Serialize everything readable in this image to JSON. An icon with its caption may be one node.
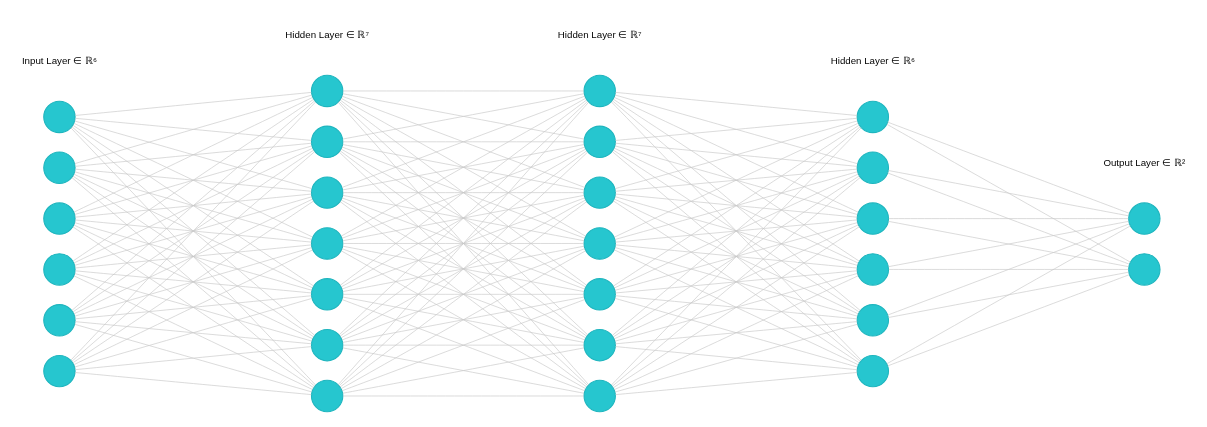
{
  "diagram": {
    "nodes": [
      {
        "text": [],
        "shape": "circle"
      },
      {
        "text": [],
        "shape": "circle"
      },
      {
        "text": [],
        "shape": "circle"
      },
      {
        "text": [],
        "shape": "circle"
      },
      {
        "text": [],
        "shape": "circle"
      },
      {
        "text": [],
        "shape": "circle"
      },
      {
        "text": [],
        "shape": "circle"
      },
      {
        "text": [],
        "shape": "circle"
      },
      {
        "text": [],
        "shape": "circle"
      },
      {
        "text": [],
        "shape": "circle"
      },
      {
        "text": [],
        "shape": "circle"
      },
      {
        "text": [],
        "shape": "circle"
      },
      {
        "text": [],
        "shape": "circle"
      },
      {
        "text": [],
        "shape": "circle"
      },
      {
        "text": [],
        "shape": "circle"
      },
      {
        "text": [],
        "shape": "circle"
      },
      {
        "text": [],
        "shape": "circle"
      },
      {
        "text": [],
        "shape": "circle"
      },
      {
        "text": [],
        "shape": "circle"
      },
      {
        "text": [],
        "shape": "circle"
      },
      {
        "text": [],
        "shape": "circle"
      },
      {
        "text": [],
        "shape": "circle"
      },
      {
        "text": [],
        "shape": "circle"
      },
      {
        "text": [],
        "shape": "circle"
      },
      {
        "text": [],
        "shape": "circle"
      },
      {
        "text": [],
        "shape": "circle"
      },
      {
        "text": [],
        "shape": "circle"
      },
      {
        "text": [],
        "shape": "circle"
      }
    ],
    "edges": [
      {
        "from": 0,
        "to": 6,
        "arrow": "none"
      },
      {
        "from": 0,
        "to": 7,
        "arrow": "none"
      },
      {
        "from": 0,
        "to": 8,
        "arrow": "none"
      },
      {
        "from": 0,
        "to": 9,
        "arrow": "none"
      },
      {
        "from": 0,
        "to": 10,
        "arrow": "none"
      },
      {
        "from": 0,
        "to": 11,
        "arrow": "none"
      },
      {
        "from": 0,
        "to": 12,
        "arrow": "none"
      },
      {
        "from": 1,
        "to": 6,
        "arrow": "none"
      },
      {
        "from": 1,
        "to": 7,
        "arrow": "none"
      },
      {
        "from": 1,
        "to": 8,
        "arrow": "none"
      },
      {
        "from": 1,
        "to": 9,
        "arrow": "none"
      },
      {
        "from": 1,
        "to": 10,
        "arrow": "none"
      },
      {
        "from": 1,
        "to": 11,
        "arrow": "none"
      },
      {
        "from": 1,
        "to": 12,
        "arrow": "none"
      },
      {
        "from": 2,
        "to": 6,
        "arrow": "none"
      },
      {
        "from": 2,
        "to": 7,
        "arrow": "none"
      },
      {
        "from": 2,
        "to": 8,
        "arrow": "none"
      },
      {
        "from": 2,
        "to": 9,
        "arrow": "none"
      },
      {
        "from": 2,
        "to": 10,
        "arrow": "none"
      },
      {
        "from": 2,
        "to": 11,
        "arrow": "none"
      },
      {
        "from": 2,
        "to": 12,
        "arrow": "none"
      },
      {
        "from": 3,
        "to": 6,
        "arrow": "none"
      },
      {
        "from": 3,
        "to": 7,
        "arrow": "none"
      },
      {
        "from": 3,
        "to": 8,
        "arrow": "none"
      },
      {
        "from": 3,
        "to": 9,
        "arrow": "none"
      },
      {
        "from": 3,
        "to": 10,
        "arrow": "none"
      },
      {
        "from": 3,
        "to": 11,
        "arrow": "none"
      },
      {
        "from": 3,
        "to": 12,
        "arrow": "none"
      },
      {
        "from": 4,
        "to": 6,
        "arrow": "none"
      },
      {
        "from": 4,
        "to": 7,
        "arrow": "none"
      },
      {
        "from": 4,
        "to": 8,
        "arrow": "none"
      },
      {
        "from": 4,
        "to": 9,
        "arrow": "none"
      },
      {
        "from": 4,
        "to": 10,
        "arrow": "none"
      },
      {
        "from": 4,
        "to": 11,
        "arrow": "none"
      },
      {
        "from": 4,
        "to": 12,
        "arrow": "none"
      },
      {
        "from": 5,
        "to": 6,
        "arrow": "none"
      },
      {
        "from": 5,
        "to": 7,
        "arrow": "none"
      },
      {
        "from": 5,
        "to": 8,
        "arrow": "none"
      },
      {
        "from": 5,
        "to": 9,
        "arrow": "none"
      },
      {
        "from": 5,
        "to": 10,
        "arrow": "none"
      },
      {
        "from": 5,
        "to": 11,
        "arrow": "none"
      },
      {
        "from": 5,
        "to": 12,
        "arrow": "none"
      },
      {
        "from": 6,
        "to": 13,
        "arrow": "none"
      },
      {
        "from": 6,
        "to": 14,
        "arrow": "none"
      },
      {
        "from": 6,
        "to": 15,
        "arrow": "none"
      },
      {
        "from": 6,
        "to": 16,
        "arrow": "none"
      },
      {
        "from": 6,
        "to": 17,
        "arrow": "none"
      },
      {
        "from": 6,
        "to": 18,
        "arrow": "none"
      },
      {
        "from": 6,
        "to": 19,
        "arrow": "none"
      },
      {
        "from": 7,
        "to": 13,
        "arrow": "none"
      },
      {
        "from": 7,
        "to": 14,
        "arrow": "none"
      },
      {
        "from": 7,
        "to": 15,
        "arrow": "none"
      },
      {
        "from": 7,
        "to": 16,
        "arrow": "none"
      },
      {
        "from": 7,
        "to": 17,
        "arrow": "none"
      },
      {
        "from": 7,
        "to": 18,
        "arrow": "none"
      },
      {
        "from": 7,
        "to": 19,
        "arrow": "none"
      },
      {
        "from": 8,
        "to": 13,
        "arrow": "none"
      },
      {
        "from": 8,
        "to": 14,
        "arrow": "none"
      },
      {
        "from": 8,
        "to": 15,
        "arrow": "none"
      },
      {
        "from": 8,
        "to": 16,
        "arrow": "none"
      },
      {
        "from": 8,
        "to": 17,
        "arrow": "none"
      },
      {
        "from": 8,
        "to": 18,
        "arrow": "none"
      },
      {
        "from": 8,
        "to": 19,
        "arrow": "none"
      },
      {
        "from": 9,
        "to": 13,
        "arrow": "none"
      },
      {
        "from": 9,
        "to": 14,
        "arrow": "none"
      },
      {
        "from": 9,
        "to": 15,
        "arrow": "none"
      },
      {
        "from": 9,
        "to": 16,
        "arrow": "none"
      },
      {
        "from": 9,
        "to": 17,
        "arrow": "none"
      },
      {
        "from": 9,
        "to": 18,
        "arrow": "none"
      },
      {
        "from": 9,
        "to": 19,
        "arrow": "none"
      },
      {
        "from": 10,
        "to": 13,
        "arrow": "none"
      },
      {
        "from": 10,
        "to": 14,
        "arrow": "none"
      },
      {
        "from": 10,
        "to": 15,
        "arrow": "none"
      },
      {
        "from": 10,
        "to": 16,
        "arrow": "none"
      },
      {
        "from": 10,
        "to": 17,
        "arrow": "none"
      },
      {
        "from": 10,
        "to": 18,
        "arrow": "none"
      },
      {
        "from": 10,
        "to": 19,
        "arrow": "none"
      },
      {
        "from": 11,
        "to": 13,
        "arrow": "none"
      },
      {
        "from": 11,
        "to": 14,
        "arrow": "none"
      },
      {
        "from": 11,
        "to": 15,
        "arrow": "none"
      },
      {
        "from": 11,
        "to": 16,
        "arrow": "none"
      },
      {
        "from": 11,
        "to": 17,
        "arrow": "none"
      },
      {
        "from": 11,
        "to": 18,
        "arrow": "none"
      },
      {
        "from": 11,
        "to": 19,
        "arrow": "none"
      },
      {
        "from": 12,
        "to": 13,
        "arrow": "none"
      },
      {
        "from": 12,
        "to": 14,
        "arrow": "none"
      },
      {
        "from": 12,
        "to": 15,
        "arrow": "none"
      },
      {
        "from": 12,
        "to": 16,
        "arrow": "none"
      },
      {
        "from": 12,
        "to": 17,
        "arrow": "none"
      },
      {
        "from": 12,
        "to": 18,
        "arrow": "none"
      },
      {
        "from": 12,
        "to": 19,
        "arrow": "none"
      },
      {
        "from": 13,
        "to": 20,
        "arrow": "none"
      },
      {
        "from": 13,
        "to": 21,
        "arrow": "none"
      },
      {
        "from": 13,
        "to": 22,
        "arrow": "none"
      },
      {
        "from": 13,
        "to": 23,
        "arrow": "none"
      },
      {
        "from": 13,
        "to": 24,
        "arrow": "none"
      },
      {
        "from": 13,
        "to": 25,
        "arrow": "none"
      },
      {
        "from": 14,
        "to": 20,
        "arrow": "none"
      },
      {
        "from": 14,
        "to": 21,
        "arrow": "none"
      },
      {
        "from": 14,
        "to": 22,
        "arrow": "none"
      },
      {
        "from": 14,
        "to": 23,
        "arrow": "none"
      },
      {
        "from": 14,
        "to": 24,
        "arrow": "none"
      },
      {
        "from": 14,
        "to": 25,
        "arrow": "none"
      },
      {
        "from": 15,
        "to": 20,
        "arrow": "none"
      },
      {
        "from": 15,
        "to": 21,
        "arrow": "none"
      },
      {
        "from": 15,
        "to": 22,
        "arrow": "none"
      },
      {
        "from": 15,
        "to": 23,
        "arrow": "none"
      },
      {
        "from": 15,
        "to": 24,
        "arrow": "none"
      },
      {
        "from": 15,
        "to": 25,
        "arrow": "none"
      },
      {
        "from": 16,
        "to": 20,
        "arrow": "none"
      },
      {
        "from": 16,
        "to": 21,
        "arrow": "none"
      },
      {
        "from": 16,
        "to": 22,
        "arrow": "none"
      },
      {
        "from": 16,
        "to": 23,
        "arrow": "none"
      },
      {
        "from": 16,
        "to": 24,
        "arrow": "none"
      },
      {
        "from": 16,
        "to": 25,
        "arrow": "none"
      },
      {
        "from": 17,
        "to": 20,
        "arrow": "none"
      },
      {
        "from": 17,
        "to": 21,
        "arrow": "none"
      },
      {
        "from": 17,
        "to": 22,
        "arrow": "none"
      },
      {
        "from": 17,
        "to": 23,
        "arrow": "none"
      },
      {
        "from": 17,
        "to": 24,
        "arrow": "none"
      },
      {
        "from": 17,
        "to": 25,
        "arrow": "none"
      },
      {
        "from": 18,
        "to": 20,
        "arrow": "none"
      },
      {
        "from": 18,
        "to": 21,
        "arrow": "none"
      },
      {
        "from": 18,
        "to": 22,
        "arrow": "none"
      },
      {
        "from": 18,
        "to": 23,
        "arrow": "none"
      },
      {
        "from": 18,
        "to": 24,
        "arrow": "none"
      },
      {
        "from": 18,
        "to": 25,
        "arrow": "none"
      },
      {
        "from": 19,
        "to": 20,
        "arrow": "none"
      },
      {
        "from": 19,
        "to": 21,
        "arrow": "none"
      },
      {
        "from": 19,
        "to": 22,
        "arrow": "none"
      },
      {
        "from": 19,
        "to": 23,
        "arrow": "none"
      },
      {
        "from": 19,
        "to": 24,
        "arrow": "none"
      },
      {
        "from": 19,
        "to": 25,
        "arrow": "none"
      },
      {
        "from": 20,
        "to": 26,
        "arrow": "none"
      },
      {
        "from": 20,
        "to": 27,
        "arrow": "none"
      },
      {
        "from": 21,
        "to": 26,
        "arrow": "none"
      },
      {
        "from": 21,
        "to": 27,
        "arrow": "none"
      },
      {
        "from": 22,
        "to": 26,
        "arrow": "none"
      },
      {
        "from": 22,
        "to": 27,
        "arrow": "none"
      },
      {
        "from": 23,
        "to": 26,
        "arrow": "none"
      },
      {
        "from": 23,
        "to": 27,
        "arrow": "none"
      },
      {
        "from": 24,
        "to": 26,
        "arrow": "none"
      },
      {
        "from": 24,
        "to": 27,
        "arrow": "none"
      },
      {
        "from": 25,
        "to": 26,
        "arrow": "none"
      },
      {
        "from": 25,
        "to": 27,
        "arrow": "none"
      }
    ],
    "labels": [
      "Input Layer ∈ ℝ⁶",
      "Hidden Layer ∈ ℝ⁷",
      "Hidden Layer ∈ ℝ⁷",
      "Hidden Layer ∈ ℝ⁶",
      "Output Layer ∈ ℝ²"
    ]
  }
}
